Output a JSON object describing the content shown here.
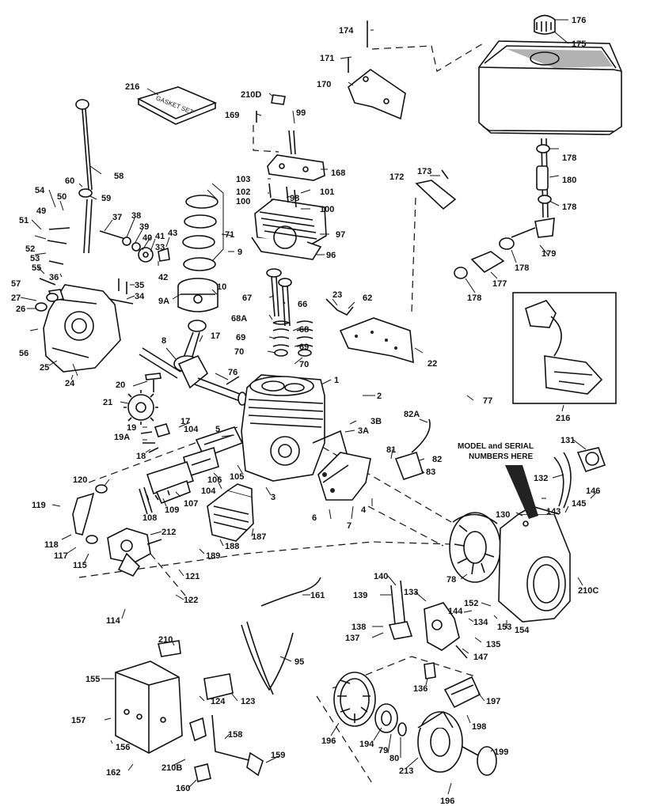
{
  "model_note": {
    "line1": "MODEL and SERIAL",
    "line2": "NUMBERS HERE"
  },
  "gasket_set_box": "GASKET SET",
  "callouts": [
    "1",
    "2",
    "3",
    "3A",
    "3B",
    "4",
    "5",
    "6",
    "7",
    "8",
    "9",
    "9A",
    "10",
    "17",
    "18",
    "19",
    "19A",
    "20",
    "21",
    "22",
    "23",
    "24",
    "25",
    "26",
    "27",
    "33",
    "34",
    "35",
    "36",
    "37",
    "38",
    "39",
    "40",
    "41",
    "42",
    "43",
    "49",
    "50",
    "51",
    "52",
    "53",
    "54",
    "55",
    "56",
    "57",
    "59",
    "60",
    "62",
    "66",
    "67",
    "68",
    "68A",
    "69",
    "70",
    "71",
    "76",
    "77",
    "78",
    "79",
    "80",
    "81",
    "82",
    "82A",
    "83",
    "95",
    "96",
    "97",
    "98",
    "99",
    "100",
    "101",
    "102",
    "103",
    "104",
    "105",
    "106",
    "107",
    "108",
    "109",
    "114",
    "115",
    "117",
    "118",
    "119",
    "120",
    "121",
    "122",
    "123",
    "124",
    "130",
    "131",
    "132",
    "133",
    "134",
    "135",
    "136",
    "137",
    "138",
    "139",
    "140",
    "143",
    "144",
    "145",
    "146",
    "147",
    "152",
    "153",
    "154",
    "155",
    "156",
    "157",
    "158",
    "159",
    "160",
    "161",
    "162",
    "168",
    "169",
    "170",
    "171",
    "172",
    "173",
    "174",
    "175",
    "176",
    "177",
    "178",
    "179",
    "180",
    "187",
    "188",
    "189",
    "194",
    "196",
    "197",
    "198",
    "199",
    "210",
    "210B",
    "210C",
    "210D",
    "212",
    "213",
    "216"
  ],
  "labels": {
    "l174": "174",
    "l176": "176",
    "l175": "175",
    "l171": "171",
    "l170": "170",
    "l216a": "216",
    "l210D": "210D",
    "l99": "99",
    "l169": "169",
    "l58": "58",
    "l168": "168",
    "l172": "172",
    "l173": "173",
    "l178a": "178",
    "l180": "180",
    "l178b": "178",
    "l103": "103",
    "l102": "102",
    "l100a": "100",
    "l98": "98",
    "l101": "101",
    "l100b": "100",
    "l97": "97",
    "l96": "96",
    "l60": "60",
    "l59": "59",
    "l54": "54",
    "l50": "50",
    "l49": "49",
    "l51": "51",
    "l52": "52",
    "l53": "53",
    "l37": "37",
    "l38": "38",
    "l39": "39",
    "l40": "40",
    "l41": "41",
    "l43": "43",
    "l33": "33",
    "l42": "42",
    "l71": "71",
    "l9": "9",
    "l55": "55",
    "l36": "36",
    "l35": "35",
    "l34": "34",
    "l57": "57",
    "l27": "27",
    "l26": "26",
    "l9A": "9A",
    "l10": "10",
    "l67": "67",
    "l66": "66",
    "l68A": "68A",
    "l68": "68",
    "l69a": "69",
    "l69b": "69",
    "l70a": "70",
    "l70b": "70",
    "l23": "23",
    "l62": "62",
    "l179": "179",
    "l178c": "178",
    "l177": "177",
    "l178d": "178",
    "l56": "56",
    "l25": "25",
    "l8": "8",
    "l17a": "17",
    "l24": "24",
    "l76": "76",
    "l1": "1",
    "l2": "2",
    "l20": "20",
    "l21": "21",
    "l17b": "17",
    "l19": "19",
    "l19A": "19A",
    "l18": "18",
    "l3B": "3B",
    "l3A": "3A",
    "l104a": "104",
    "l5": "5",
    "l22": "22",
    "l77": "77",
    "l216b": "216",
    "l82A": "82A",
    "l131": "131",
    "l81": "81",
    "l82": "82",
    "l83": "83",
    "l105": "105",
    "l106": "106",
    "l104b": "104",
    "l107": "107",
    "l109": "109",
    "l108": "108",
    "l120": "120",
    "l3": "3",
    "l132": "132",
    "l146": "146",
    "l143": "143",
    "l145": "145",
    "l130": "130",
    "l119": "119",
    "l6": "6",
    "l4": "4",
    "l7": "7",
    "l212": "212",
    "l118": "118",
    "l117": "117",
    "l115": "115",
    "l187": "187",
    "l188": "188",
    "l189": "189",
    "l78": "78",
    "l210C": "210C",
    "l121": "121",
    "l122": "122",
    "l114": "114",
    "l161": "161",
    "l140": "140",
    "l139": "139",
    "l133": "133",
    "l152": "152",
    "l144": "144",
    "l134": "134",
    "l153": "153",
    "l154": "154",
    "l138": "138",
    "l137": "137",
    "l135": "135",
    "l147": "147",
    "l210": "210",
    "l95": "95",
    "l136": "136",
    "l155": "155",
    "l124": "124",
    "l123": "123",
    "l197": "197",
    "l198": "198",
    "l157": "157",
    "l196a": "196",
    "l194": "194",
    "l79": "79",
    "l80": "80",
    "l158": "158",
    "l156": "156",
    "l159": "159",
    "l199": "199",
    "l162": "162",
    "l210B": "210B",
    "l213": "213",
    "l160": "160",
    "l196b": "196"
  }
}
